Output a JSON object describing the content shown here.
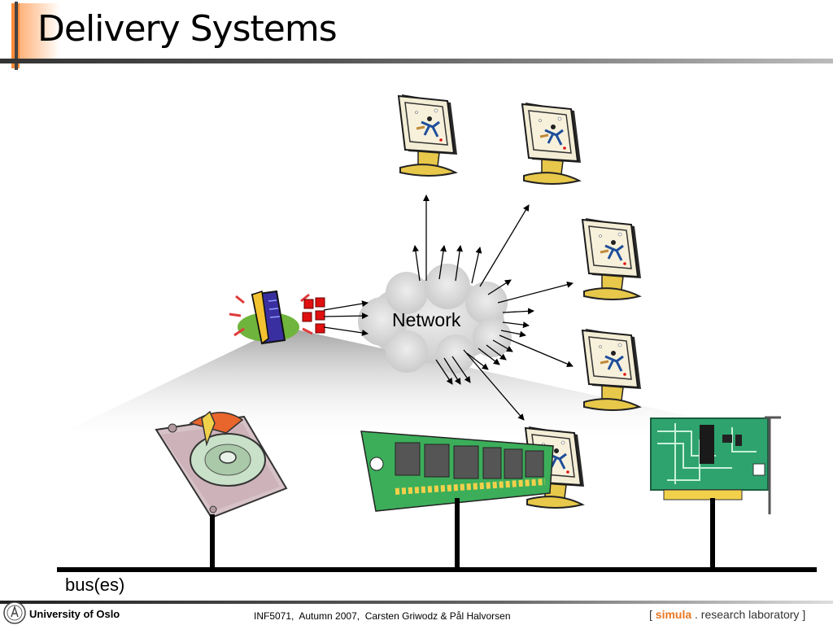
{
  "slide": {
    "title": "Delivery Systems"
  },
  "diagram": {
    "network_label": "Network",
    "bus_label": "bus(es)"
  },
  "footer": {
    "university": "University of Oslo",
    "course": "INF5071,  Autumn 2007,  Carsten Griwodz & Pål Halvorsen",
    "simula_open": "[ ",
    "simula_word": "simula",
    "simula_rest": " . research laboratory ]"
  },
  "colors": {
    "accent_orange": "#ff8c3a",
    "simula_orange": "#e87722",
    "monitor_beige": "#f3edd6",
    "monitor_yellow": "#e8c84a",
    "cloud_gray": "#d9d9d9",
    "board_green": "#2ea36e"
  }
}
